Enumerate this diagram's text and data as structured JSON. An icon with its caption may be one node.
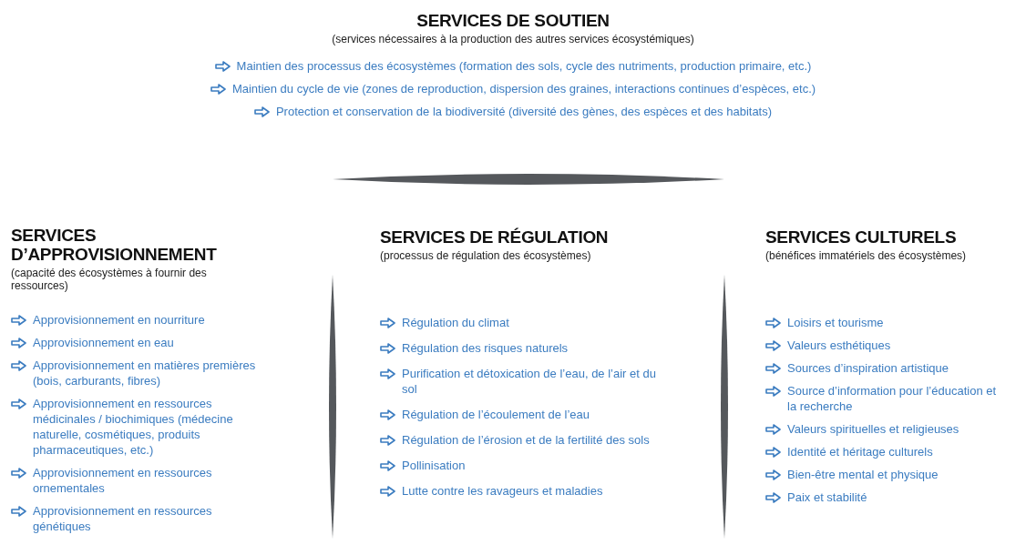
{
  "diagram": {
    "labels": [
      "SERVICES DE SOUTIEN",
      "(services nécessaires à la production des autres services écosystémiques)",
      "Maintien des processus des écosystèmes (formation des sols, cycle des nutriments, production primaire, etc.)",
      "Maintien du cycle de vie (zones de reproduction, dispersion des graines, interactions continues d’espèces, etc.)",
      "Protection et conservation de la biodiversité (diversité des gènes, des espèces et des habitats)",
      "SERVICES D’APPROVISIONNEMENT",
      "(capacité des écosystèmes à fournir des ressources)",
      "Approvisionnement en nourriture",
      "Approvisionnement en eau",
      "Approvisionnement en matières premières (bois, carburants, fibres)",
      "Approvisionnement en ressources médicinales / biochimiques (médecine naturelle, cosmétiques, produits pharmaceutiques, etc.)",
      "Approvisionnement en ressources ornementales",
      "Approvisionnement en ressources génétiques",
      "SERVICES DE RÉGULATION",
      "(processus de régulation des écosystèmes)",
      "Régulation du climat",
      "Régulation des risques naturels",
      "Purification et détoxication de l’eau, de l’air et du sol",
      "Régulation de l’écoulement de l’eau",
      "Régulation de l’érosion et de la fertilité des sols",
      "Pollinisation",
      "Lutte contre les ravageurs et maladies",
      "SERVICES CULTURELS",
      "(bénéfices immatériels des écosystèmes)",
      "Loisirs et tourisme",
      "Valeurs esthétiques",
      "Sources d’inspiration artistique",
      "Source d’information pour l’éducation et la recherche",
      "Valeurs spirituelles et religieuses",
      "Identité et héritage culturels",
      "Bien-être mental et physique",
      "Paix et stabilité"
    ]
  }
}
